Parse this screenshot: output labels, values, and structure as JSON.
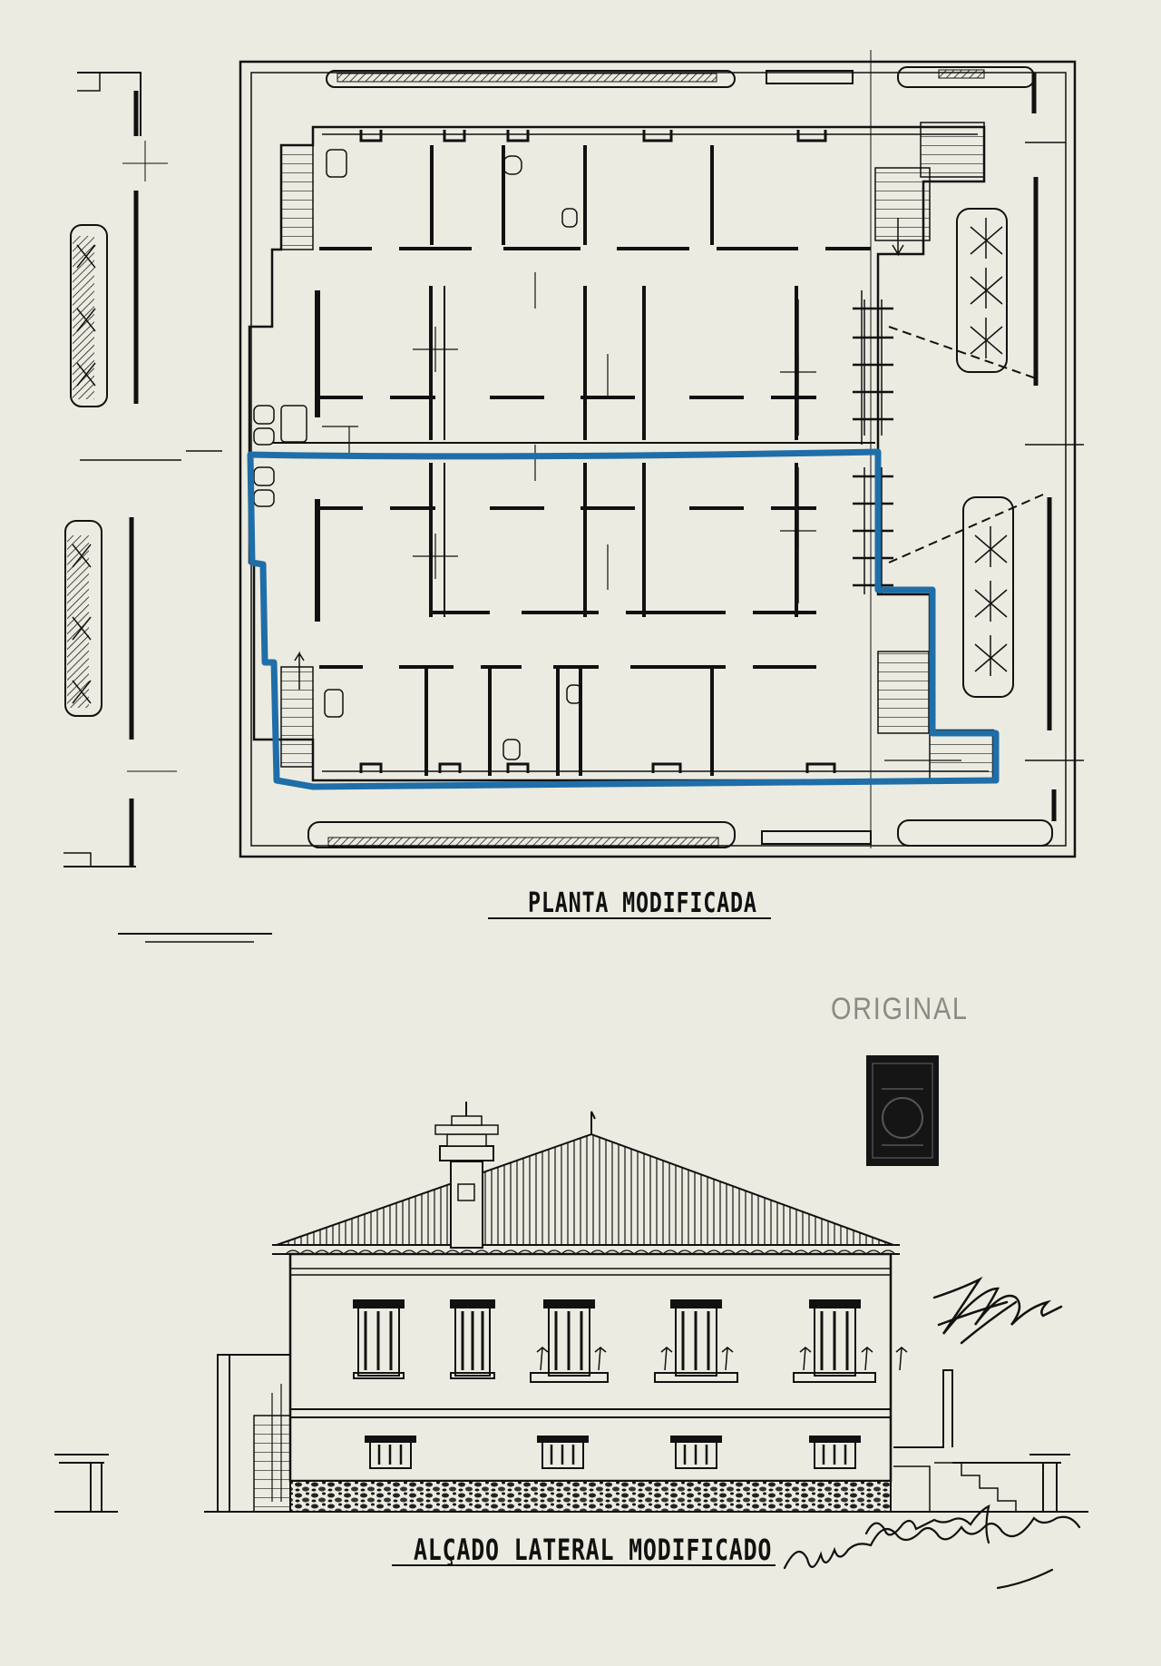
{
  "drawing": {
    "plan_title": "PLANTA MODIFICADA",
    "elevation_title": "ALÇADO LATERAL MODIFICADO",
    "stamp": "ORIGINAL",
    "signatures": [
      "signature",
      "signature"
    ]
  },
  "colors": {
    "paper": "#ecebe1",
    "ink": "#111111",
    "highlight": "#1f6ea8",
    "stamp": "#8a8a86"
  }
}
